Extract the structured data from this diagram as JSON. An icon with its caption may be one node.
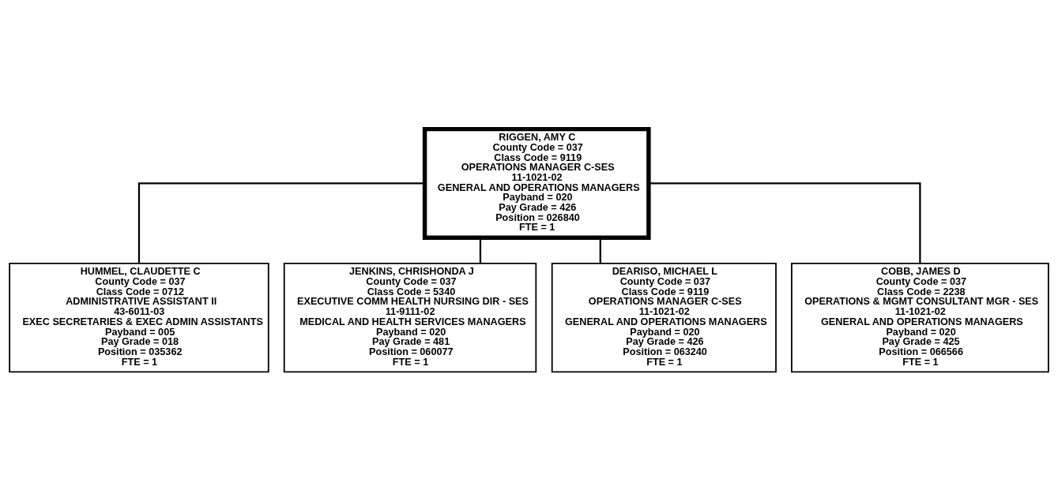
{
  "diagram": {
    "nodes": [
      {
        "text": [
          "RIGGEN, AMY C",
          "County Code = 037",
          "Class Code = 9119",
          "OPERATIONS MANAGER C-SES",
          "11-1021-02",
          "GENERAL AND OPERATIONS MANAGERS",
          "Payband = 020",
          "Pay Grade = 426",
          "Position = 026840",
          "FTE = 1"
        ]
      },
      {
        "text": [
          "HUMMEL, CLAUDETTE C",
          "County Code = 037",
          "Class Code = 0712",
          "ADMINISTRATIVE ASSISTANT II",
          "43-6011-03",
          "EXEC SECRETARIES & EXEC ADMIN ASSISTANTS",
          "Payband = 005",
          "Pay Grade = 018",
          "Position = 035362",
          "FTE = 1"
        ]
      },
      {
        "text": [
          "JENKINS, CHRISHONDA J",
          "County Code = 037",
          "Class Code = 5340",
          "EXECUTIVE COMM HEALTH NURSING DIR - SES",
          "11-9111-02",
          "MEDICAL AND HEALTH SERVICES MANAGERS",
          "Payband = 020",
          "Pay Grade = 481",
          "Position = 060077",
          "FTE = 1"
        ]
      },
      {
        "text": [
          "DEARISO, MICHAEL L",
          "County Code = 037",
          "Class Code = 9119",
          "OPERATIONS MANAGER C-SES",
          "11-1021-02",
          "GENERAL AND OPERATIONS MANAGERS",
          "Payband = 020",
          "Pay Grade = 426",
          "Position = 063240",
          "FTE = 1"
        ]
      },
      {
        "text": [
          "COBB, JAMES D",
          "County Code = 037",
          "Class Code = 2238",
          "OPERATIONS & MGMT CONSULTANT MGR - SES",
          "11-1021-02",
          "GENERAL AND OPERATIONS MANAGERS",
          "Payband = 020",
          "Pay Grade = 425",
          "Position = 066566",
          "FTE = 1"
        ]
      }
    ],
    "edges": [
      {
        "from": 0,
        "to": 1,
        "arrow": "none"
      },
      {
        "from": 0,
        "to": 2,
        "arrow": "none"
      },
      {
        "from": 0,
        "to": 3,
        "arrow": "none"
      },
      {
        "from": 0,
        "to": 4,
        "arrow": "none"
      }
    ]
  }
}
